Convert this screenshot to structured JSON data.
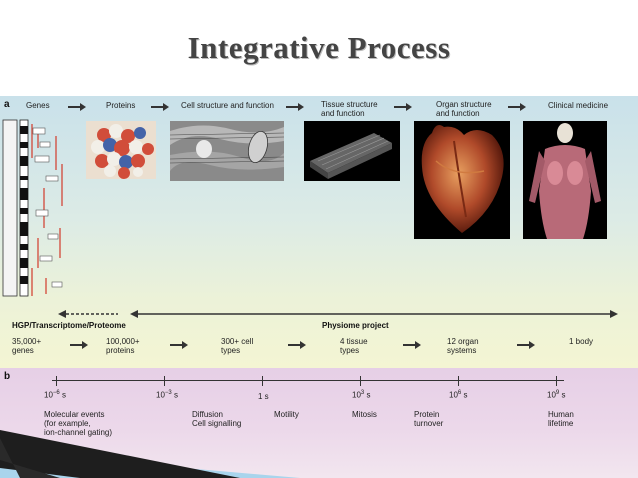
{
  "title": "Integrative Process",
  "panel_a": {
    "letter": "a",
    "stages": [
      {
        "label": "Genes"
      },
      {
        "label": "Proteins"
      },
      {
        "label": "Cell structure and function"
      },
      {
        "label_line1": "Tissue structure",
        "label_line2": "and function"
      },
      {
        "label_line1": "Organ structure",
        "label_line2": "and function"
      },
      {
        "label": "Clinical medicine"
      }
    ],
    "left_project": "HGP/Transcriptome/Proteome",
    "right_project": "Physiome project",
    "counts": [
      {
        "line1": "35,000+",
        "line2": "genes"
      },
      {
        "line1": "100,000+",
        "line2": "proteins"
      },
      {
        "line1": "300+ cell",
        "line2": "types"
      },
      {
        "line1": "4 tissue",
        "line2": "types"
      },
      {
        "line1": "12 organ",
        "line2": "systems"
      },
      {
        "line1": "1 body",
        "line2": ""
      }
    ]
  },
  "panel_b": {
    "letter": "b",
    "times": [
      {
        "base": "10",
        "exp": "−6",
        "unit": " s"
      },
      {
        "base": "10",
        "exp": "−3",
        "unit": " s"
      },
      {
        "base": "1 s",
        "exp": "",
        "unit": ""
      },
      {
        "base": "10",
        "exp": "3",
        "unit": " s"
      },
      {
        "base": "10",
        "exp": "6",
        "unit": " s"
      },
      {
        "base": "10",
        "exp": "9",
        "unit": " s"
      }
    ],
    "events": {
      "molecular_1": "Molecular events",
      "molecular_2": "(for example,",
      "molecular_3": "ion-channel gating)",
      "diffusion": "Diffusion",
      "cell_signalling": "Cell signalling",
      "motility": "Motility",
      "mitosis": "Mitosis",
      "protein_1": "Protein",
      "protein_2": "turnover",
      "human_1": "Human",
      "human_2": "lifetime"
    }
  },
  "colors": {
    "panel_a_top": "#c9e1ea",
    "panel_a_bottom": "#f4f5d3",
    "panel_b": "#e6cfe6",
    "accent_red": "#d23a2a",
    "wedge_dark": "#1e1e1e",
    "wedge_blue": "#a9d4ec"
  }
}
